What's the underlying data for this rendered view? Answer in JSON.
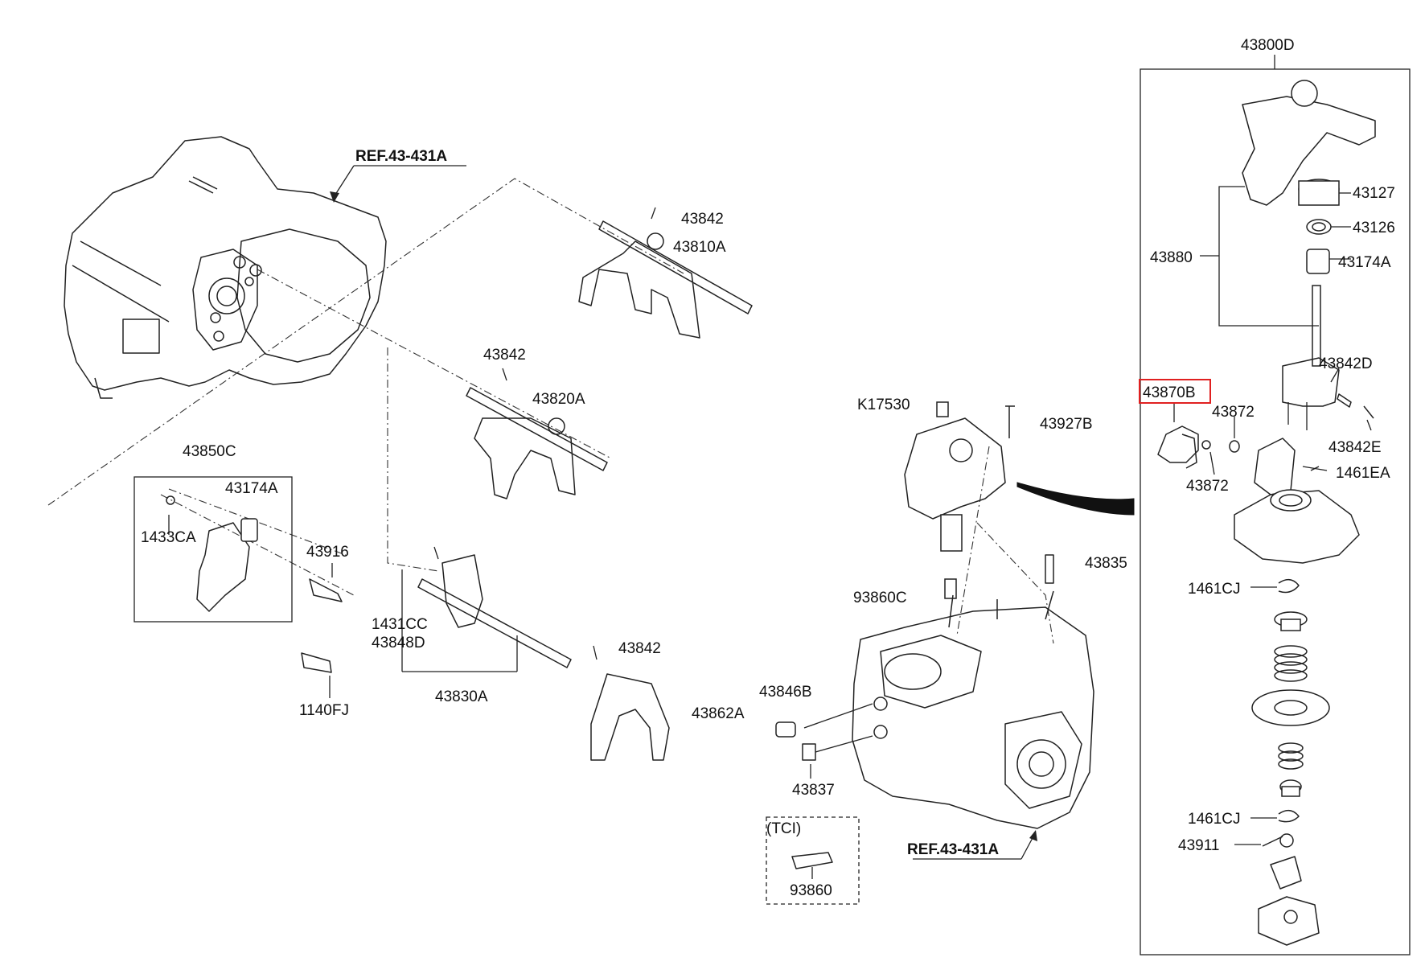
{
  "labels": {
    "p43800D": "43800D",
    "ref_top": "REF.43-431A",
    "ref_bottom": "REF.43-431A",
    "p43842_a": "43842",
    "p43810A": "43810A",
    "p43842_b": "43842",
    "p43820A": "43820A",
    "p43850C": "43850C",
    "p43174A_left": "43174A",
    "p1433CA": "1433CA",
    "p43916": "43916",
    "p1140FJ": "1140FJ",
    "p1431CC": "1431CC",
    "p43848D": "43848D",
    "p43830A": "43830A",
    "p43842_c": "43842",
    "p43862A": "43862A",
    "pK17530": "K17530",
    "p43927B": "43927B",
    "p93860C": "93860C",
    "p43835": "43835",
    "p43846B": "43846B",
    "p43837": "43837",
    "tci": "(TCI)",
    "p93860": "93860",
    "p43127": "43127",
    "p43126": "43126",
    "p43880": "43880",
    "p43174A_right": "43174A",
    "p43842D": "43842D",
    "p43870B": "43870B",
    "p43872_a": "43872",
    "p43842E": "43842E",
    "p43872_b": "43872",
    "p1461EA": "1461EA",
    "p1461CJ_a": "1461CJ",
    "p1461CJ_b": "1461CJ",
    "p43911": "43911"
  },
  "highlight_color": "#e02020"
}
